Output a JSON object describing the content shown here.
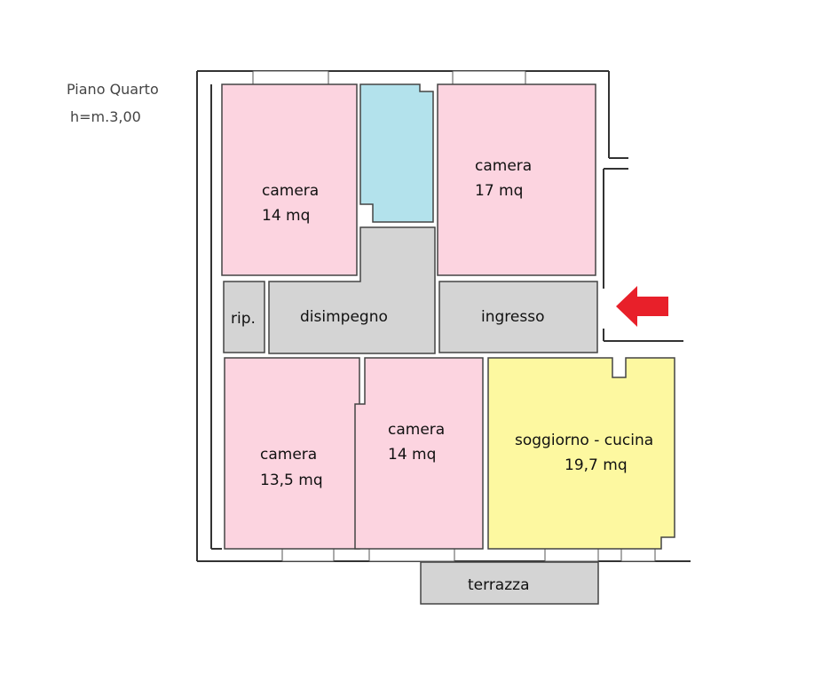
{
  "header": {
    "floor": "Piano Quarto",
    "height": "h=m.3,00"
  },
  "rooms": {
    "camera_tl": {
      "name": "camera",
      "area": "14 mq"
    },
    "camera_tr": {
      "name": "camera",
      "area": "17 mq"
    },
    "rip": {
      "name": "rip."
    },
    "disimpegno": {
      "name": "disimpegno"
    },
    "ingresso": {
      "name": "ingresso"
    },
    "camera_bl": {
      "name": "camera",
      "area": "13,5 mq"
    },
    "camera_bm": {
      "name": "camera",
      "area": "14 mq"
    },
    "soggiorno": {
      "name": "soggiorno - cucina",
      "area": "19,7 mq"
    },
    "terrazza": {
      "name": "terrazza"
    }
  },
  "colors": {
    "bedroom": "#fcd4e0",
    "bathroom": "#b3e2ec",
    "circulation": "#d4d4d4",
    "living": "#fdf8a0",
    "entry_arrow": "#e8202a"
  }
}
